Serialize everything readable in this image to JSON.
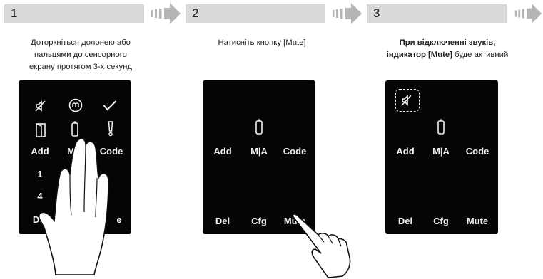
{
  "steps": [
    {
      "number": "1",
      "desc_line1": "Доторкніться долонею або",
      "desc_line2": "пальцями до сенсорного",
      "desc_line3": "екрану протягом 3-х секунд",
      "keys": {
        "add": "Add",
        "ma": "M|A",
        "code": "Code",
        "k1": "1",
        "k4": "4",
        "del": "Del",
        "partial": "e"
      }
    },
    {
      "number": "2",
      "desc_line1": "Натисніть кнопку [Mute]",
      "keys": {
        "add": "Add",
        "ma": "M|A",
        "code": "Code",
        "del": "Del",
        "cfg": "Cfg",
        "mute": "Mute"
      }
    },
    {
      "number": "3",
      "desc_bold1": "При відключенні звуків,",
      "desc_bold2": "індикатор [Mute]",
      "desc_tail": " буде активний",
      "keys": {
        "add": "Add",
        "ma": "M|A",
        "code": "Code",
        "del": "Del",
        "cfg": "Cfg",
        "mute": "Mute"
      }
    }
  ],
  "colors": {
    "header_bg": "#d9d9d9",
    "panel_bg": "#050505",
    "panel_text": "#f2f2f2",
    "arrow": "#b5b5b5"
  },
  "icons": [
    "mute-icon",
    "m-icon",
    "checkmark-icon",
    "door-icon",
    "battery-icon",
    "alert-icon",
    "hand-icon",
    "pointing-finger-icon",
    "arrow-icon"
  ]
}
